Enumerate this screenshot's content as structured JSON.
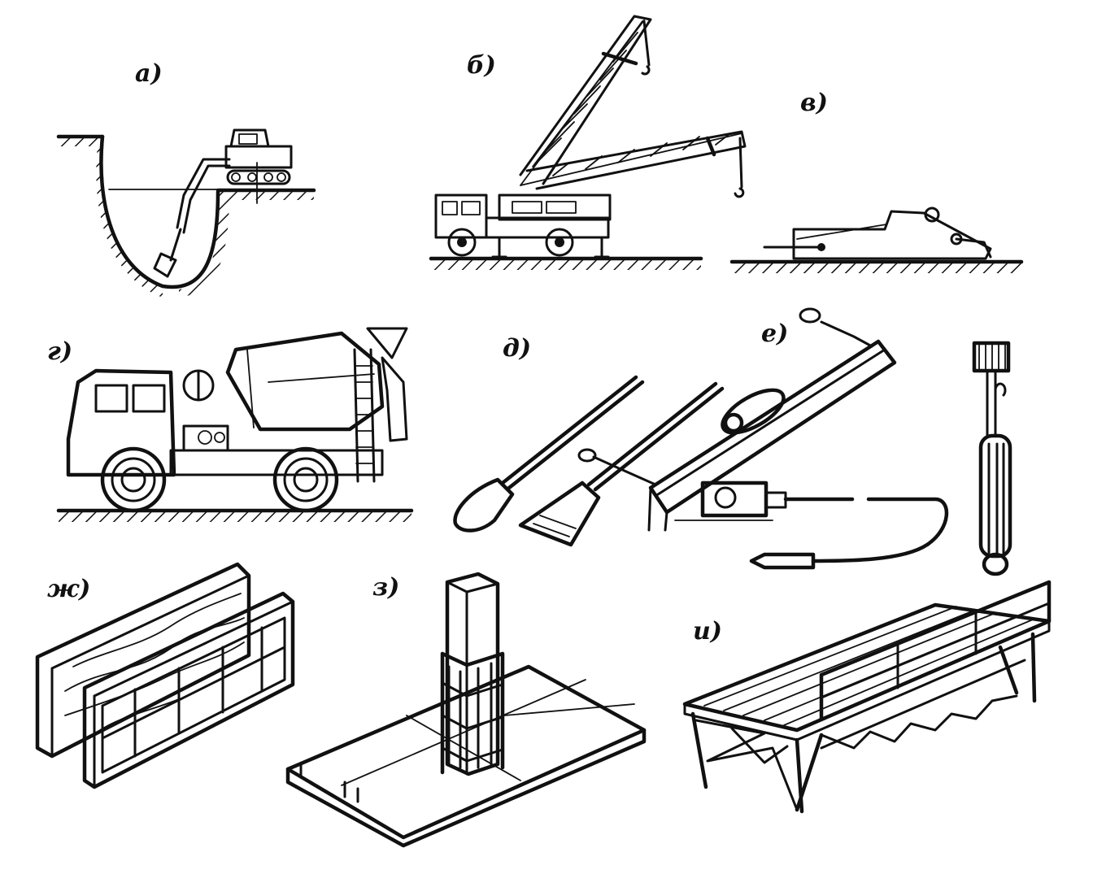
{
  "figure": {
    "panels": [
      {
        "id": "a",
        "label": "а)",
        "icon": "excavator-pit-icon"
      },
      {
        "id": "b",
        "label": "б)",
        "icon": "truck-crane-icon"
      },
      {
        "id": "v",
        "label": "в)",
        "icon": "hoist-winch-icon"
      },
      {
        "id": "g",
        "label": "г)",
        "icon": "concrete-mixer-truck-icon"
      },
      {
        "id": "d",
        "label": "д)",
        "icon": "shovels-icon"
      },
      {
        "id": "e",
        "label": "е)",
        "icon": "vibrators-icon"
      },
      {
        "id": "zh",
        "label": "ж)",
        "icon": "formwork-panels-icon"
      },
      {
        "id": "z",
        "label": "з)",
        "icon": "column-formwork-icon"
      },
      {
        "id": "i",
        "label": "и)",
        "icon": "scaffold-platform-icon"
      }
    ]
  }
}
